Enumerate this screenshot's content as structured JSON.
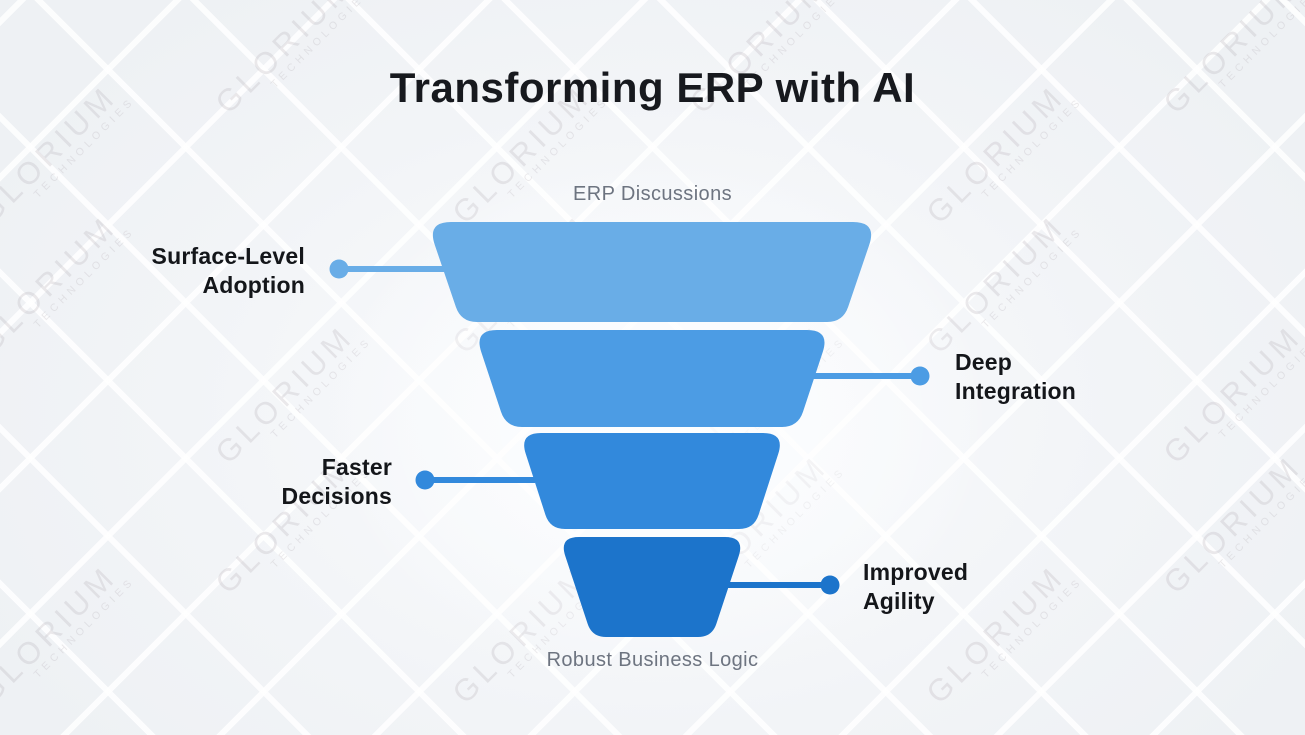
{
  "title": "Transforming ERP with AI",
  "funnel": {
    "top_caption": "ERP Discussions",
    "bottom_caption": "Robust Business Logic",
    "levels": [
      {
        "name": "surface-level-adoption",
        "label_line1": "Surface-Level",
        "label_line2": "Adoption",
        "side": "left",
        "color": "#69ADE7"
      },
      {
        "name": "deep-integration",
        "label_line1": "Deep",
        "label_line2": "Integration",
        "side": "right",
        "color": "#4C9CE4"
      },
      {
        "name": "faster-decisions",
        "label_line1": "Faster",
        "label_line2": "Decisions",
        "side": "left",
        "color": "#3289DC"
      },
      {
        "name": "improved-agility",
        "label_line1": "Improved",
        "label_line2": "Agility",
        "side": "right",
        "color": "#1C74CB"
      }
    ]
  },
  "watermark": {
    "line1": "GLORIUM",
    "line2": "TECHNOLOGIES"
  },
  "colors": {
    "title_text": "#17191e",
    "caption_text": "#6d7480",
    "label_text": "#14161a",
    "background": "#eef1f4",
    "lattice_line": "#ffffff"
  }
}
